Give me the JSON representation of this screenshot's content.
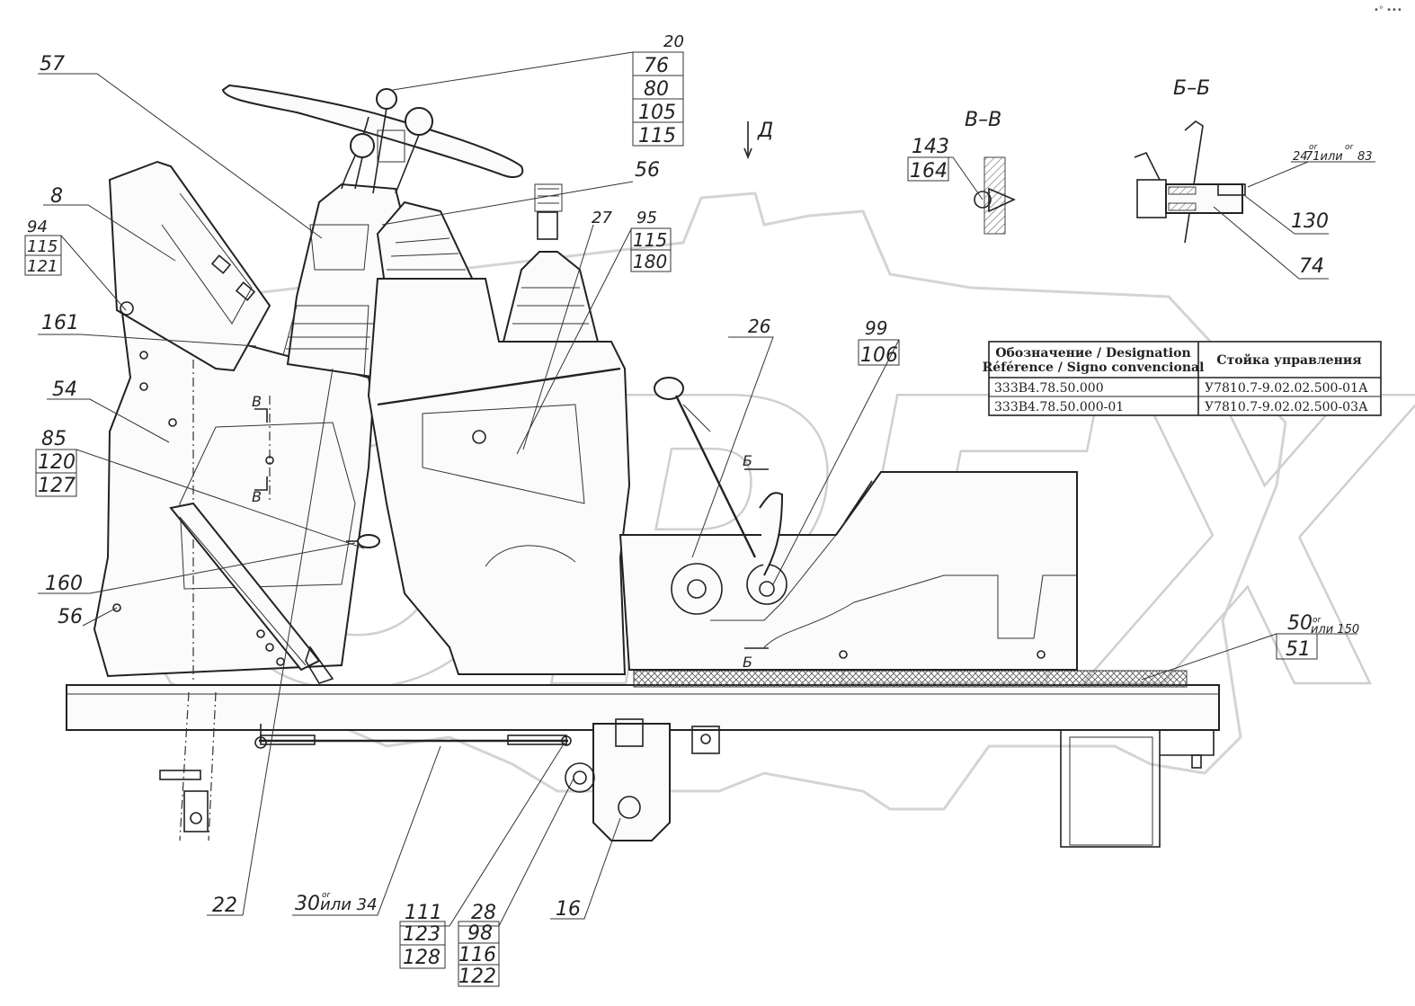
{
  "corner_mark": "•° •••",
  "watermark": {
    "text": "OPEX"
  },
  "direction_label": "Д",
  "section_titles": {
    "vv": "В–В",
    "bb": "Б–Б"
  },
  "section_marks": {
    "v_top": "В",
    "v_bottom": "В",
    "b_top": "Б",
    "b_bottom": "Б"
  },
  "callouts": {
    "c57": "57",
    "c20": [
      "20",
      "76",
      "80",
      "105",
      "115"
    ],
    "c56_top": "56",
    "c8": "8",
    "c94": [
      "94",
      "115",
      "121"
    ],
    "c27": "27",
    "c95": [
      "95",
      "115",
      "180"
    ],
    "c161": "161",
    "c54": "54",
    "c85": [
      "85",
      "120",
      "127"
    ],
    "c160": "160",
    "c56_bottom": "56",
    "c26": "26",
    "c99": [
      "99",
      "106"
    ],
    "c143": [
      "143",
      "164"
    ],
    "c130": "130",
    "c74": "74",
    "c_bb_note": {
      "n1": "24",
      "or1": "or",
      "mid": "71или",
      "or2": "or",
      "n2": "83"
    },
    "c50": {
      "a": "50",
      "or": "or",
      "b": "или 150",
      "c": "51"
    },
    "c22": "22",
    "c30": {
      "a": "30",
      "or": "or",
      "b": "или 34"
    },
    "c111": [
      "111",
      "123",
      "128"
    ],
    "c28": [
      "28",
      "98",
      "116",
      "122"
    ],
    "c16": "16"
  },
  "table": {
    "headers": [
      "Обозначение / Designation\nRéférence / Signo convencional",
      "Стойка управления"
    ],
    "header_col1_line1": "Обозначение / Designation",
    "header_col1_line2": "Référence / Signo convencional",
    "rows": [
      [
        "333В4.78.50.000",
        "У7810.7-9.02.02.500-01А"
      ],
      [
        "333В4.78.50.000-01",
        "У7810.7-9.02.02.500-03А"
      ]
    ]
  }
}
